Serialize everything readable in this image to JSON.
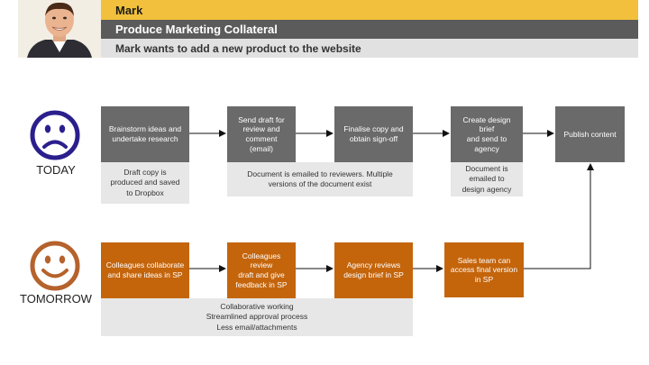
{
  "header": {
    "name": "Mark",
    "title": "Produce Marketing Collateral",
    "subtitle": "Mark wants to add a new product to the website"
  },
  "colors": {
    "header_yellow": "#f2c03c",
    "header_dark": "#5b5b5b",
    "header_light": "#e1e1e1",
    "today_gray": "#6a6a6a",
    "tomorrow_orange": "#c4650c",
    "note_gray": "#e7e7e7",
    "sad_face": "#2a1f8c",
    "happy_face": "#b5622c"
  },
  "today": {
    "label": "TODAY",
    "icon": "sad-face-icon",
    "steps": [
      "Brainstorm ideas and\nundertake research",
      "Send draft for\nreview and\ncomment\n(email)",
      "Finalise copy and\nobtain sign-off",
      "Create design brief\nand send to\nagency",
      "Publish content"
    ],
    "notes": [
      "Draft copy is\nproduced and saved\nto Dropbox",
      "Document is emailed to reviewers. Multiple\nversions of the document exist",
      "Document is\nemailed to\ndesign agency"
    ]
  },
  "tomorrow": {
    "label": "TOMORROW",
    "icon": "happy-face-icon",
    "steps": [
      "Colleagues collaborate\nand share ideas in SP",
      "Colleagues review\ndraft and give\nfeedback in SP",
      "Agency reviews\ndesign brief in SP",
      "Sales team can\naccess final version\nin SP"
    ],
    "note": "Collaborative working\nStreamlined approval process\nLess email/attachments"
  }
}
